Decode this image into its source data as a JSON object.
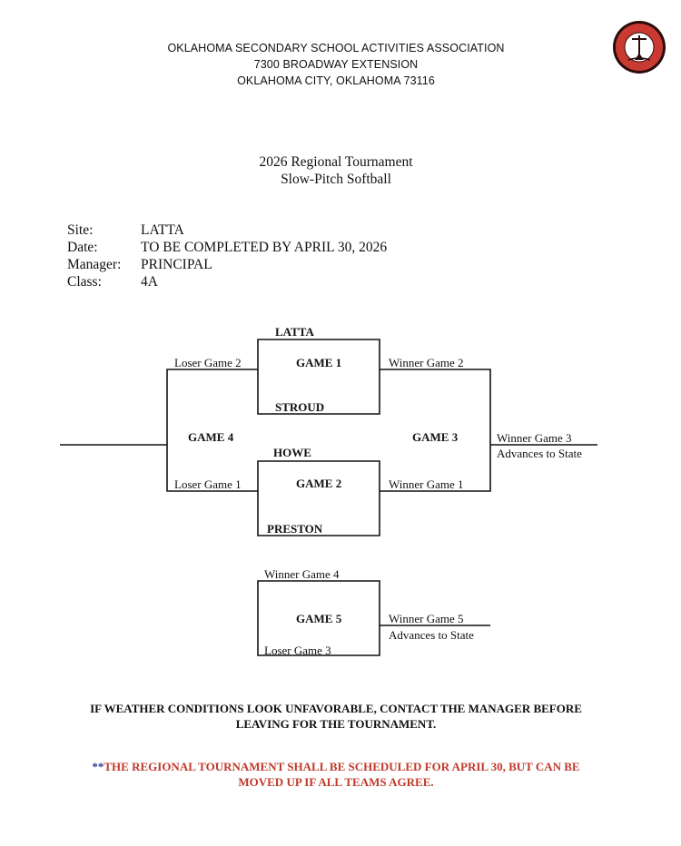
{
  "header": {
    "org": "OKLAHOMA SECONDARY SCHOOL ACTIVITIES ASSOCIATION",
    "address": "7300 BROADWAY EXTENSION",
    "city": "OKLAHOMA CITY, OKLAHOMA 73116"
  },
  "title": {
    "line1": "2026 Regional Tournament",
    "line2": "Slow-Pitch Softball"
  },
  "info": [
    {
      "label": "Site:",
      "value": "LATTA"
    },
    {
      "label": "Date:",
      "value": "TO BE COMPLETED BY APRIL 30, 2026"
    },
    {
      "label": "Manager:",
      "value": "PRINCIPAL"
    },
    {
      "label": "Class:",
      "value": "4A"
    }
  ],
  "bracket": {
    "game1": {
      "label": "GAME 1",
      "top_team": "LATTA",
      "bottom_team": "STROUD"
    },
    "game2": {
      "label": "GAME 2",
      "top_team": "HOWE",
      "bottom_team": "PRESTON"
    },
    "game3": {
      "label": "GAME 3"
    },
    "game4": {
      "label": "GAME 4"
    },
    "game5": {
      "label": "GAME 5",
      "top_team": "Winner Game 4",
      "bottom_team": "Loser Game 3"
    },
    "loser_game2": "Loser Game 2",
    "loser_game1": "Loser Game 1",
    "winner_game2": "Winner Game 2",
    "winner_game1": "Winner Game 1",
    "winner_game3": "Winner Game 3",
    "winner_game3_sub": "Advances to State",
    "winner_game5": "Winner Game 5",
    "winner_game5_sub": "Advances to State"
  },
  "notes": {
    "weather_line1": "IF WEATHER CONDITIONS LOOK UNFAVORABLE, CONTACT THE MANAGER BEFORE",
    "weather_line2": "LEAVING FOR THE TOURNAMENT.",
    "schedule_prefix": "**",
    "schedule_line1": "THE REGIONAL TOURNAMENT SHALL BE SCHEDULED FOR APRIL 30, BUT CAN BE",
    "schedule_line2": "MOVED UP IF ALL TEAMS AGREE."
  },
  "colors": {
    "accent_red": "#c0392b",
    "asterisk_blue": "#2a3a8a",
    "ink": "#111111"
  },
  "icons": {
    "seal": "ossaa-seal-icon"
  }
}
